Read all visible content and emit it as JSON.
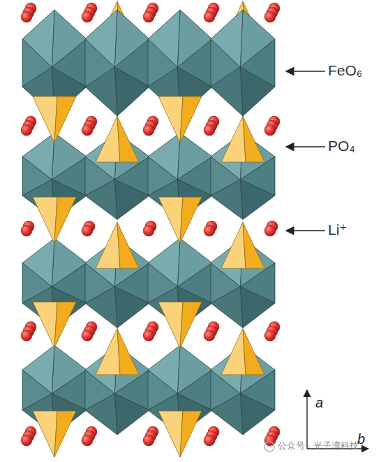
{
  "diagram": {
    "labels": [
      "FeO₆",
      "PO₄",
      "Li⁺",
      "a",
      "b",
      "公众号 · 光子湾科技"
    ]
  }
}
